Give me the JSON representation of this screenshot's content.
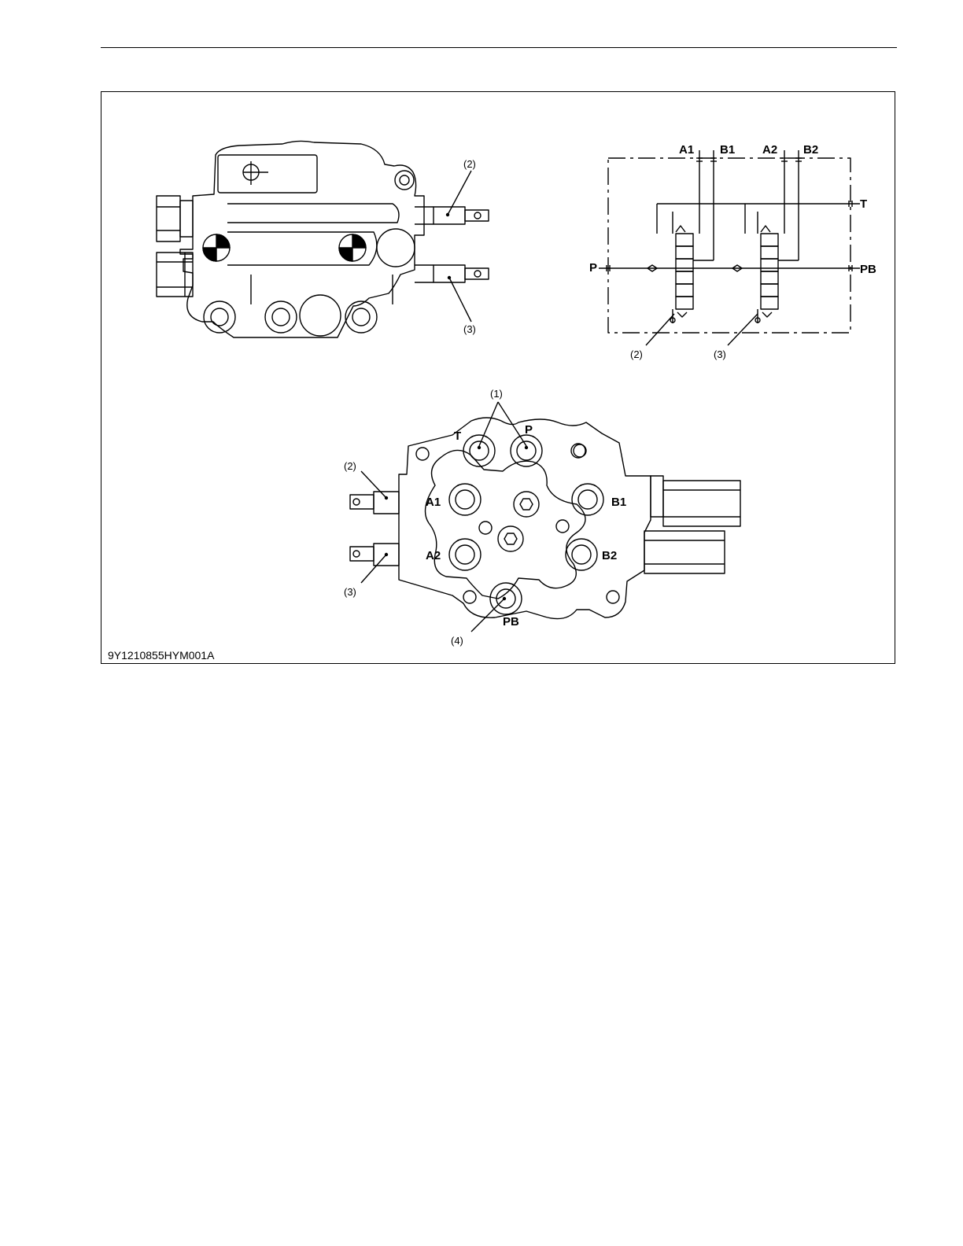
{
  "figure_id": "9Y1210855HYM001A",
  "colors": {
    "line": "#000000",
    "background": "#ffffff"
  },
  "side_view": {
    "callouts": [
      "(2)",
      "(3)"
    ]
  },
  "circuit": {
    "ports_top": [
      "A1",
      "B1",
      "A2",
      "B2"
    ],
    "port_tank": "T",
    "port_pressure": "P",
    "port_power_beyond": "PB",
    "callouts": [
      "(2)",
      "(3)"
    ]
  },
  "front_view": {
    "callout_ports": "(1)",
    "callout_lever1": "(2)",
    "callout_lever2": "(3)",
    "callout_pb": "(4)",
    "port_labels": {
      "t": "T",
      "p": "P",
      "a1": "A1",
      "b1": "B1",
      "a2": "A2",
      "b2": "B2",
      "pb": "PB"
    }
  }
}
